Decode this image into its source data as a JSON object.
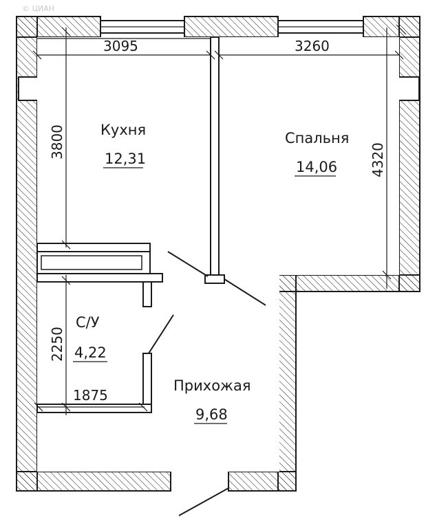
{
  "watermark": "© ЦИАН",
  "rooms": {
    "kitchen": {
      "name": "Кухня",
      "area": "12,31"
    },
    "bedroom": {
      "name": "Спальня",
      "area": "14,06"
    },
    "bathroom": {
      "name": "С/У",
      "area": "4,22"
    },
    "hallway": {
      "name": "Прихожая",
      "area": "9,68"
    }
  },
  "dimensions": {
    "kitchen_width": "3095",
    "bedroom_width": "3260",
    "kitchen_height": "3800",
    "bedroom_height": "4320",
    "bathroom_height": "2250",
    "bathroom_width": "1875"
  }
}
